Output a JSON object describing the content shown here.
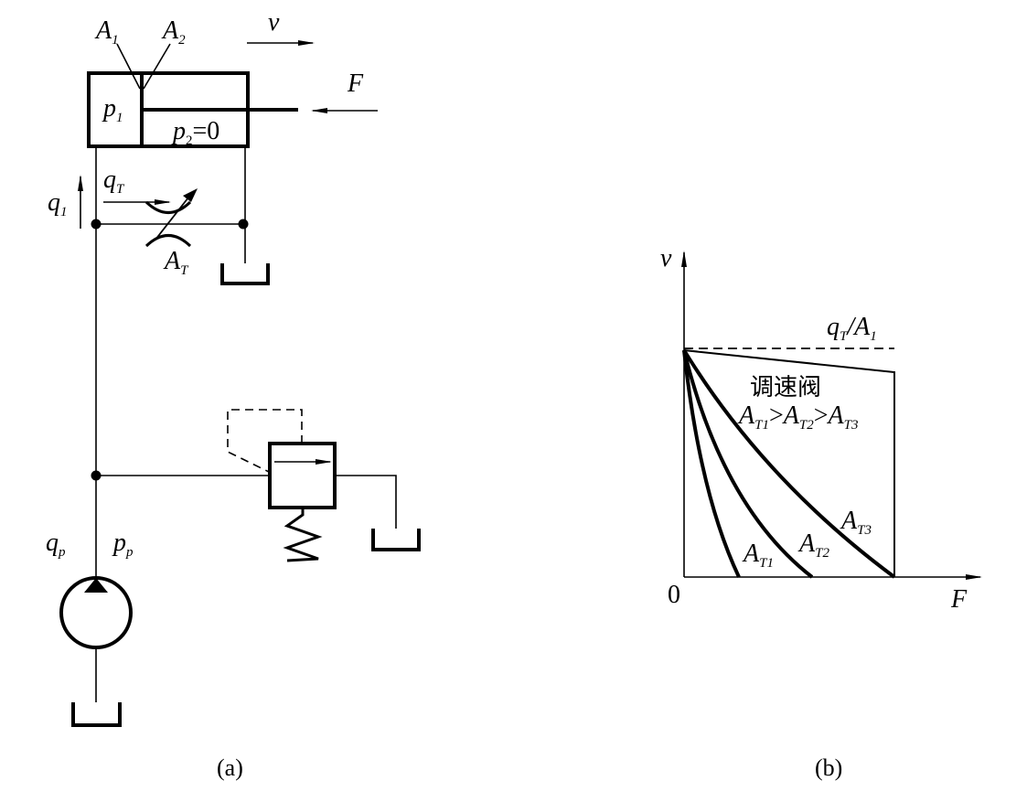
{
  "figure_a": {
    "caption": "(a)",
    "cylinder": {
      "area1": {
        "base": "A",
        "sub": "1"
      },
      "area2": {
        "base": "A",
        "sub": "2"
      },
      "pressure1": {
        "base": "p",
        "sub": "1"
      },
      "pressure2": {
        "base": "p",
        "sub": "2",
        "suffix": "=0"
      },
      "velocity": "v",
      "force": "F"
    },
    "throttle": {
      "flow": {
        "base": "q",
        "sub": "T"
      },
      "area": {
        "base": "A",
        "sub": "T"
      }
    },
    "line_flow": {
      "base": "q",
      "sub": "1"
    },
    "pump": {
      "flow": {
        "base": "q",
        "sub": "p"
      },
      "pressure": {
        "base": "p",
        "sub": "p"
      }
    }
  },
  "figure_b": {
    "caption": "(b)",
    "y_axis_label": "v",
    "x_axis_label": "F",
    "origin_label": "0",
    "dashed_label": {
      "num_base": "q",
      "num_sub": "T",
      "slash": "/",
      "den_base": "A",
      "den_sub": "1"
    },
    "valve_label": "调速阀",
    "relation": {
      "a1": "A",
      "s1": "T1",
      "gt1": ">",
      "a2": "A",
      "s2": "T2",
      "gt2": ">",
      "a3": "A",
      "s3": "T3"
    },
    "curves": [
      {
        "base": "A",
        "sub": "T1"
      },
      {
        "base": "A",
        "sub": "T2"
      },
      {
        "base": "A",
        "sub": "T3"
      }
    ]
  }
}
